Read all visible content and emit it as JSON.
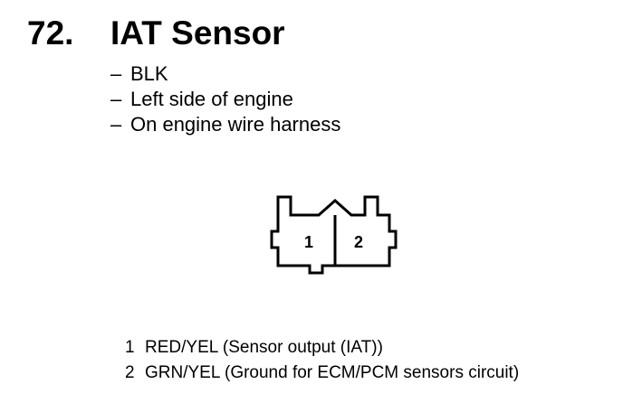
{
  "heading": {
    "number": "72.",
    "title": "IAT Sensor"
  },
  "notes": [
    {
      "dash": "–",
      "text": "BLK"
    },
    {
      "dash": "–",
      "text": "Left side of engine"
    },
    {
      "dash": "–",
      "text": "On engine wire harness"
    }
  ],
  "connector": {
    "pin1_label": "1",
    "pin2_label": "2"
  },
  "pinout": [
    {
      "pin": "1",
      "description": "RED/YEL (Sensor output (IAT))"
    },
    {
      "pin": "2",
      "description": "GRN/YEL (Ground for ECM/PCM sensors circuit)"
    }
  ]
}
